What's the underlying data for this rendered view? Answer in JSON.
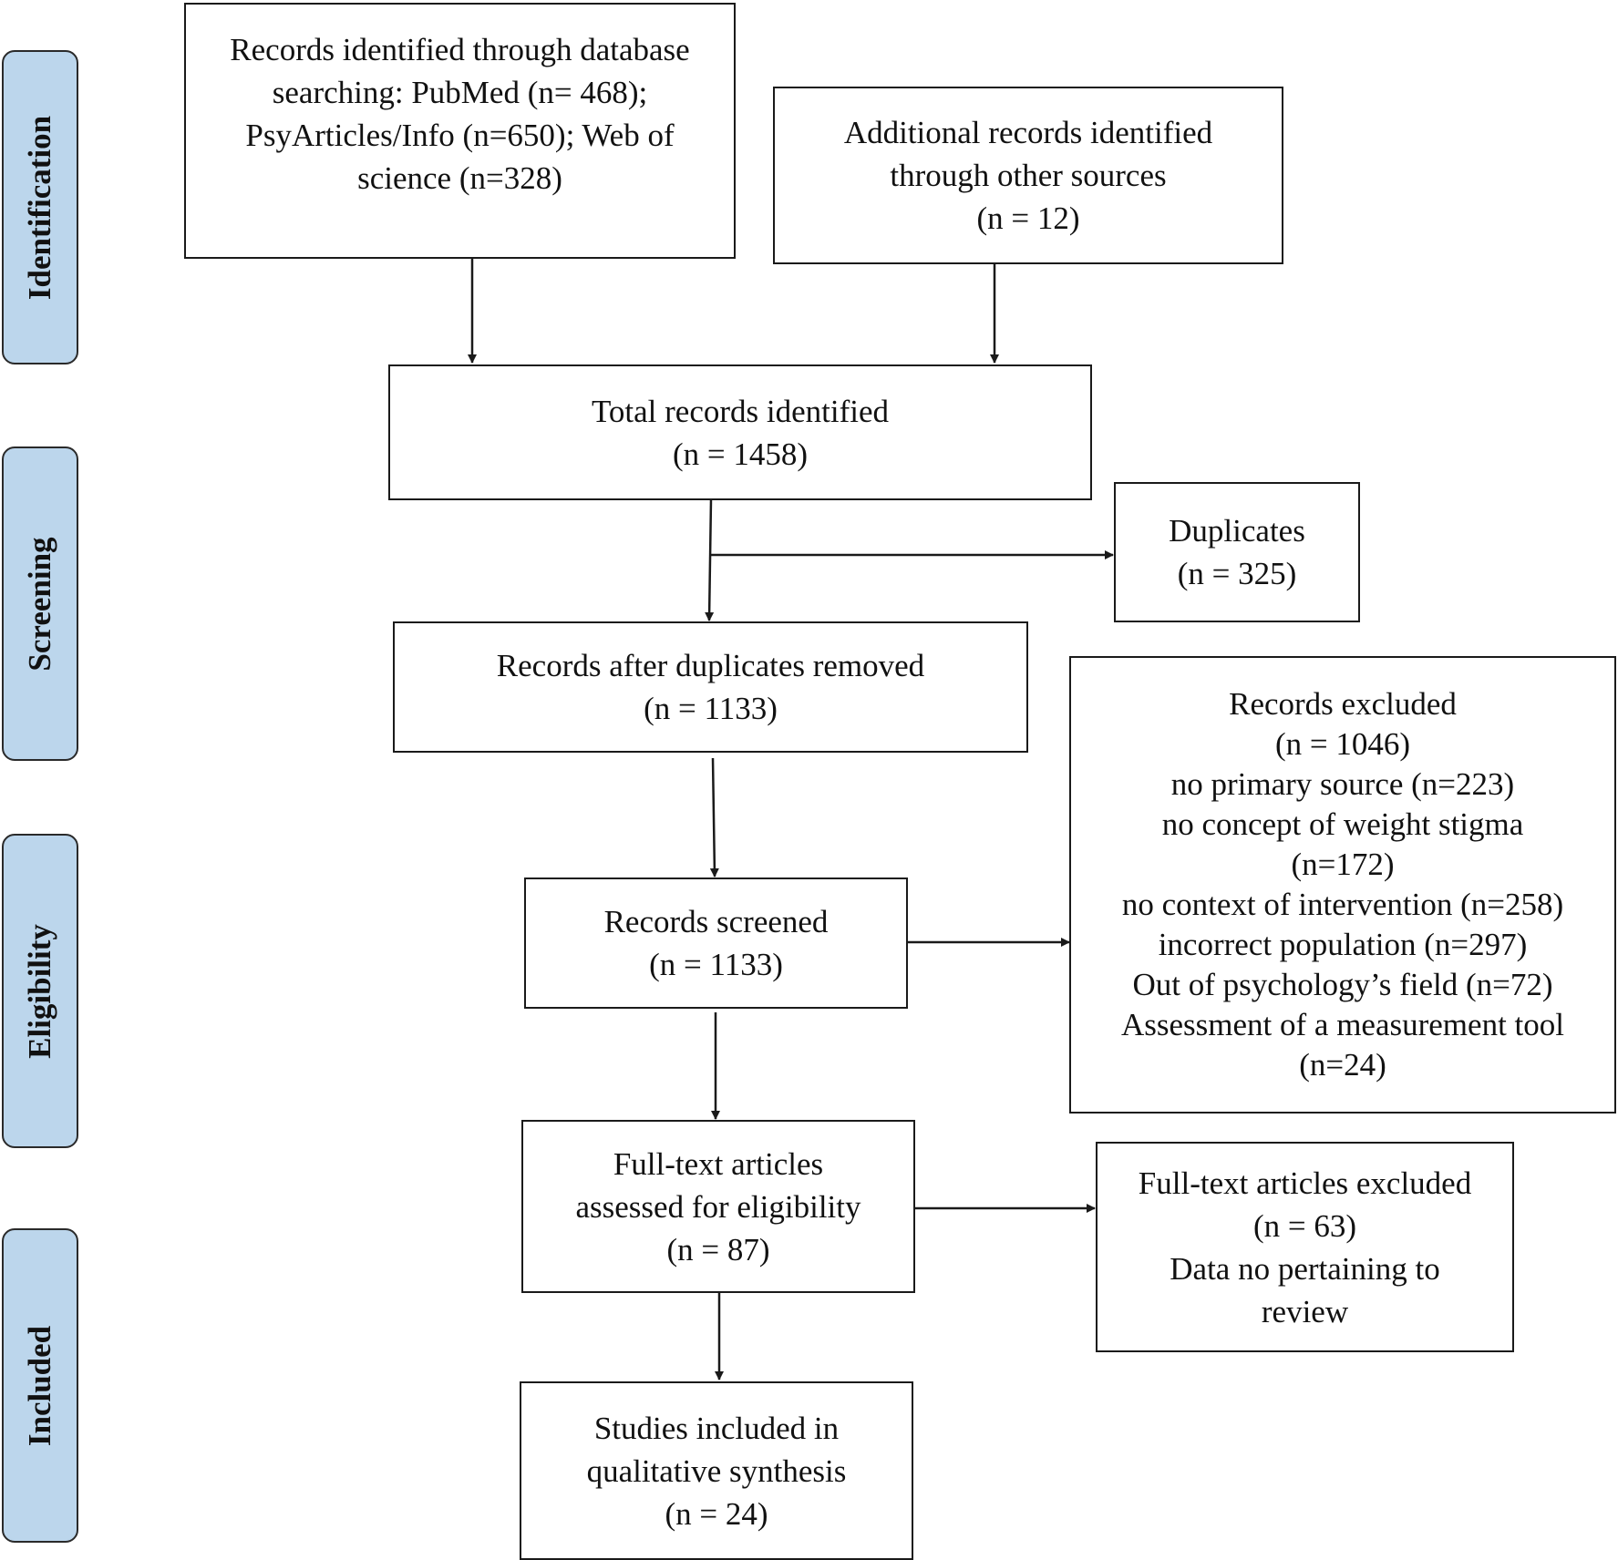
{
  "stages": [
    {
      "id": "identification",
      "label": "Identification"
    },
    {
      "id": "screening",
      "label": "Screening"
    },
    {
      "id": "eligibility",
      "label": "Eligibility"
    },
    {
      "id": "included",
      "label": "Included"
    }
  ],
  "boxes": {
    "database_search": {
      "lines": [
        "Records identified through database",
        "searching: PubMed (n= 468);",
        "PsyArticles/Info (n=650); Web of",
        "science (n=328)"
      ]
    },
    "other_sources": {
      "lines": [
        "Additional records identified",
        "through other sources",
        "(n = 12)"
      ]
    },
    "total_identified": {
      "lines": [
        "Total records identified",
        "(n = 1458)"
      ]
    },
    "duplicates": {
      "lines": [
        "Duplicates",
        "(n = 325)"
      ]
    },
    "after_duplicates": {
      "lines": [
        "Records after duplicates removed",
        "(n = 1133)"
      ]
    },
    "records_excluded": {
      "lines": [
        "Records excluded",
        "(n = 1046)",
        "no primary source (n=223)",
        "no concept of weight stigma",
        "(n=172)",
        "no context of intervention (n=258)",
        "incorrect population (n=297)",
        "Out of psychology’s field (n=72)",
        "Assessment of a measurement tool",
        "(n=24)"
      ]
    },
    "screened": {
      "lines": [
        "Records screened",
        "(n = 1133)"
      ]
    },
    "fulltext_assessed": {
      "lines": [
        "Full-text articles",
        "assessed for eligibility",
        "(n = 87)"
      ]
    },
    "fulltext_excluded": {
      "lines": [
        "Full-text articles excluded",
        "(n = 63)",
        "Data no pertaining to",
        "review"
      ]
    },
    "included_studies": {
      "lines": [
        "Studies included in",
        "qualitative synthesis",
        "(n = 24)"
      ]
    }
  }
}
